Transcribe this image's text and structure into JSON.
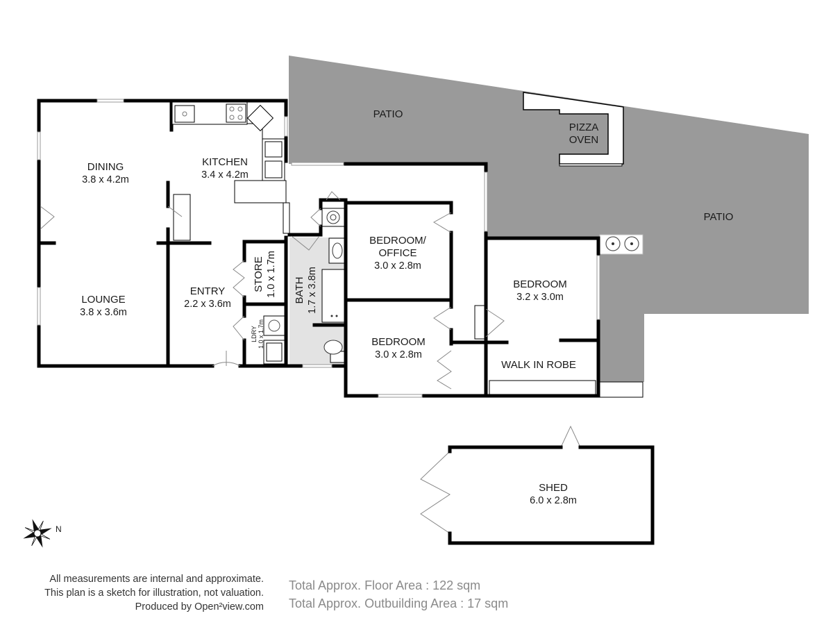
{
  "rooms": {
    "patio_top": {
      "name": "PATIO"
    },
    "patio_right": {
      "name": "PATIO"
    },
    "pizza_oven": {
      "line1": "PIZZA",
      "line2": "OVEN"
    },
    "dining": {
      "name": "DINING",
      "size": "3.8 x 4.2m"
    },
    "kitchen": {
      "name": "KITCHEN",
      "size": "3.4 x 4.2m"
    },
    "lounge": {
      "name": "LOUNGE",
      "size": "3.8 x 3.6m"
    },
    "entry": {
      "name": "ENTRY",
      "size": "2.2 x 3.6m"
    },
    "store": {
      "name": "STORE",
      "size": "1.0 x 1.7m"
    },
    "laundry": {
      "name": "LDRY",
      "size": "1.0 x 1.7m"
    },
    "bath": {
      "name": "BATH",
      "size": "1.7 x 3.8m"
    },
    "bedroom_office": {
      "line1": "BEDROOM/",
      "line2": "OFFICE",
      "size": "3.0 x 2.8m"
    },
    "bedroom_2": {
      "name": "BEDROOM",
      "size": "3.0 x 2.8m"
    },
    "bedroom_main": {
      "name": "BEDROOM",
      "size": "3.2 x 3.0m"
    },
    "walk_in_robe": {
      "name": "WALK IN ROBE"
    },
    "shed": {
      "name": "SHED",
      "size": "6.0 x 2.8m"
    }
  },
  "compass": {
    "north_label": "N"
  },
  "footer": {
    "disclaimer_1": "All measurements are internal and approximate.",
    "disclaimer_2": "This plan is a sketch for illustration, not valuation.",
    "produced_by": "Produced by Open²view.com",
    "floor_area": "Total Approx. Floor Area : 122 sqm",
    "outbuilding_area": "Total Approx. Outbuilding Area : 17 sqm"
  },
  "colors": {
    "patio": "#9a9a9a",
    "bath_floor": "#e3e3e3",
    "wall": "#000000"
  }
}
